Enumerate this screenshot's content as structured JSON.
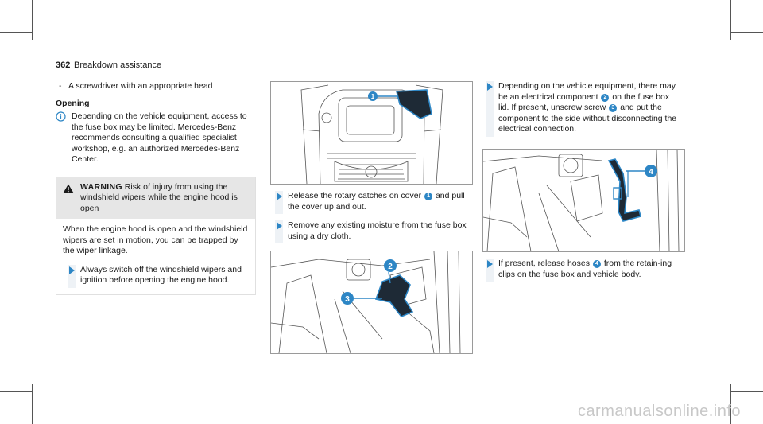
{
  "header": {
    "page_number": "362",
    "section_title": "Breakdown assistance"
  },
  "left": {
    "tool_item": "A screwdriver with an appropriate head",
    "opening_heading": "Opening",
    "note_text": "Depending on the vehicle equipment, access to the fuse box may be limited. Mercedes-Benz recommends consulting a qualified specialist workshop, e.g. an authorized Mercedes-Benz Center.",
    "warning": {
      "keyword": "WARNING",
      "head_text": "Risk of injury from using the windshield wipers while the engine hood is open",
      "body_text": "When the engine hood is open and the windshield wipers are set in motion, you can be trapped by the wiper linkage.",
      "step_text": "Always switch off the windshield wipers and ignition before opening the engine hood."
    }
  },
  "middle": {
    "step1_a": "Release the rotary catches on cover",
    "step1_b": "and pull the cover up and out.",
    "step2": "Remove any existing moisture from the fuse box using a dry cloth."
  },
  "right": {
    "step3_a": "Depending on the vehicle equipment, there may be an electrical component",
    "step3_b": "on the fuse box lid. If present, unscrew screw",
    "step3_c": "and put the component to the side without disconnecting the electrical connection.",
    "step4_a": "If present, release hoses",
    "step4_b": "from the retain-ing clips on the fuse box and vehicle body."
  },
  "callouts": {
    "c1": "1",
    "c2": "2",
    "c3": "3",
    "c4": "4"
  },
  "watermark": "carmanualsonline.info",
  "colors": {
    "accent": "#2d86c5",
    "fig_line": "#555555"
  }
}
